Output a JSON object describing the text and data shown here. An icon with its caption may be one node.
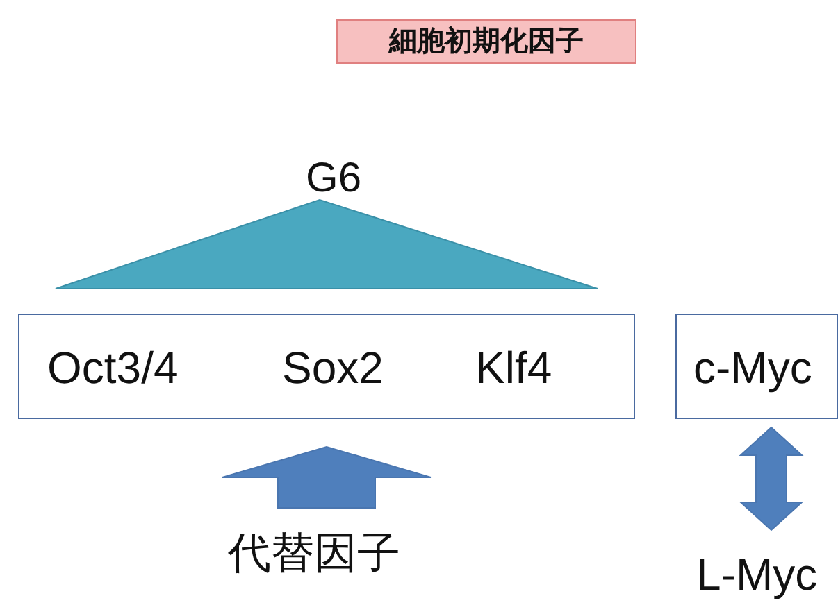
{
  "diagram": {
    "title": "細胞初期化因子",
    "nodes": [
      {
        "text": [
          "G6"
        ]
      },
      {
        "text": [
          "Oct3/4",
          "Sox2",
          "Klf4"
        ]
      },
      {
        "text": [
          "c-Myc"
        ]
      },
      {
        "text": [
          "代替因子"
        ]
      },
      {
        "text": [
          "L-Myc"
        ]
      }
    ],
    "edges": [
      {
        "from": 3,
        "to": 1,
        "arrow": "to"
      },
      {
        "from": 2,
        "to": 4,
        "arrow": "both"
      }
    ]
  }
}
